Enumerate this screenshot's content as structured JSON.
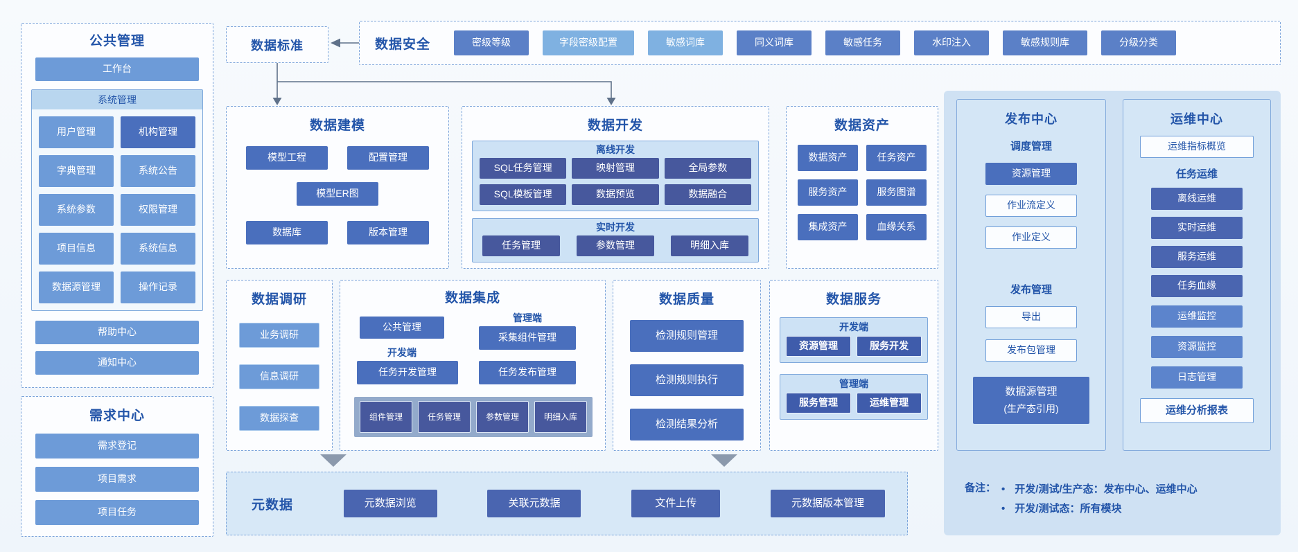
{
  "colors": {
    "accent_text": "#2355a9",
    "btn_medium": "#6d9bd8",
    "btn_dark": "#4a6fbd",
    "btn_indigo": "#4a65b0",
    "btn_deep": "#47589d",
    "btn_slate": "#5b80c7",
    "btn_sky": "#7fb1e1",
    "panel_light": "#cde2f5",
    "right_panel_bg": "#cfe1f3",
    "dashed_border": "#7aa3da",
    "arrow": "#5f7189"
  },
  "public_mgmt": {
    "title": "公共管理",
    "workbench": "工作台",
    "system": {
      "title": "系统管理",
      "items": [
        "用户管理",
        "机构管理",
        "字典管理",
        "系统公告",
        "系统参数",
        "权限管理",
        "项目信息",
        "系统信息",
        "数据源管理",
        "操作记录"
      ]
    },
    "help": "帮助中心",
    "notice": "通知中心"
  },
  "demand": {
    "title": "需求中心",
    "items": [
      "需求登记",
      "项目需求",
      "项目任务"
    ]
  },
  "standard": {
    "title": "数据标准"
  },
  "security": {
    "title": "数据安全",
    "items": [
      "密级等级",
      "字段密级配置",
      "敏感词库",
      "同义词库",
      "敏感任务",
      "水印注入",
      "敏感规则库",
      "分级分类"
    ]
  },
  "modeling": {
    "title": "数据建模",
    "items": [
      "模型工程",
      "配置管理",
      "模型ER图",
      "数据库",
      "版本管理"
    ]
  },
  "development": {
    "title": "数据开发",
    "offline": {
      "title": "离线开发",
      "items": [
        "SQL任务管理",
        "映射管理",
        "全局参数",
        "SQL模板管理",
        "数据预览",
        "数据融合"
      ]
    },
    "realtime": {
      "title": "实时开发",
      "items": [
        "任务管理",
        "参数管理",
        "明细入库"
      ]
    }
  },
  "assets": {
    "title": "数据资产",
    "items": [
      "数据资产",
      "任务资产",
      "服务资产",
      "服务图谱",
      "集成资产",
      "血缘关系"
    ]
  },
  "research": {
    "title": "数据调研",
    "items": [
      "业务调研",
      "信息调研",
      "数据探查"
    ]
  },
  "integration": {
    "title": "数据集成",
    "public_btn": "公共管理",
    "mgmt_label": "管理端",
    "collect_btn": "采集组件管理",
    "dev_label": "开发端",
    "task_dev_btn": "任务开发管理",
    "task_pub_btn": "任务发布管理",
    "band_items": [
      "组件管理",
      "任务管理",
      "参数管理",
      "明细入库"
    ]
  },
  "quality": {
    "title": "数据质量",
    "items": [
      "检测规则管理",
      "检测规则执行",
      "检测结果分析"
    ]
  },
  "services": {
    "title": "数据服务",
    "dev": {
      "label": "开发端",
      "items": [
        "资源管理",
        "服务开发"
      ]
    },
    "mgmt": {
      "label": "管理端",
      "items": [
        "服务管理",
        "运维管理"
      ]
    }
  },
  "metadata": {
    "title": "元数据",
    "items": [
      "元数据浏览",
      "关联元数据",
      "文件上传",
      "元数据版本管理"
    ]
  },
  "release": {
    "title": "发布中心",
    "sched_label": "调度管理",
    "sched_items": [
      "资源管理",
      "作业流定义",
      "作业定义"
    ],
    "pub_label": "发布管理",
    "pub_items": [
      "导出",
      "发布包管理"
    ],
    "ds_line1": "数据源管理",
    "ds_line2": "(生产态引用)"
  },
  "ops": {
    "title": "运维中心",
    "overview": "运维指标概览",
    "task_label": "任务运维",
    "task_items": [
      "离线运维",
      "实时运维",
      "服务运维",
      "任务血缘"
    ],
    "monitor_items": [
      "运维监控",
      "资源监控",
      "日志管理"
    ],
    "report": "运维分析报表"
  },
  "notes": {
    "label": "备注：",
    "bullet_glyph": "•",
    "bullets": [
      "开发/测试/生产态：发布中心、运维中心",
      "开发/测试态：所有模块"
    ]
  }
}
